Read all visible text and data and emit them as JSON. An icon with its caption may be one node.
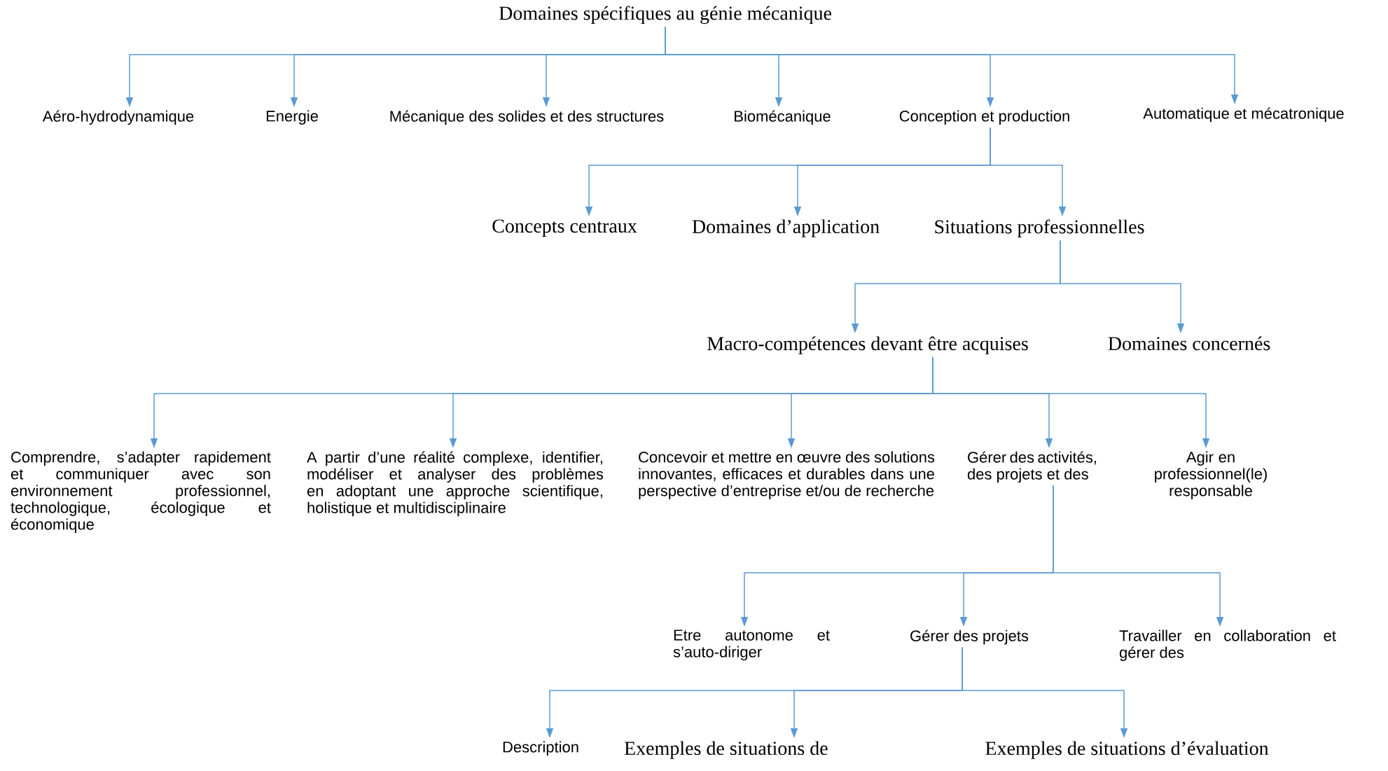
{
  "diagram": {
    "nodes": [
      {
        "text": [
          "Domaines spécifiques au génie mécanique"
        ]
      },
      {
        "text": [
          "Aéro-hydrodynamique"
        ]
      },
      {
        "text": [
          "Energie"
        ]
      },
      {
        "text": [
          "Mécanique des solides et des structures"
        ]
      },
      {
        "text": [
          "Biomécanique"
        ]
      },
      {
        "text": [
          "Conception et production"
        ]
      },
      {
        "text": [
          "Automatique et mécatronique"
        ]
      },
      {
        "text": [
          "Concepts centraux"
        ]
      },
      {
        "text": [
          "Domaines d’application"
        ]
      },
      {
        "text": [
          "Situations professionnelles"
        ]
      },
      {
        "text": [
          "Macro-compétences devant être acquises"
        ]
      },
      {
        "text": [
          "Domaines concernés"
        ]
      },
      {
        "text": [
          "Comprendre, s’adapter rapidement et communiquer avec son environnement professionnel, technologique, écologique et économique"
        ]
      },
      {
        "text": [
          "A partir d’une réalité complexe, identifier, modéliser et analyser des problèmes en adoptant une approche scientifique, holistique et multidisciplinaire"
        ]
      },
      {
        "text": [
          "Concevoir et mettre en œuvre des solutions innovantes, efficaces et durables dans une perspective d’entreprise et/ou de recherche"
        ]
      },
      {
        "text": [
          "Gérer des activités, des projets et des"
        ]
      },
      {
        "text": [
          "Agir en professionnel(le) responsable"
        ]
      },
      {
        "text": [
          "Etre autonome et s’auto-diriger"
        ]
      },
      {
        "text": [
          "Gérer des projets"
        ]
      },
      {
        "text": [
          "Travailler en collaboration et gérer des"
        ]
      },
      {
        "text": [
          "Description"
        ]
      },
      {
        "text": [
          "Exemples de situations de"
        ]
      },
      {
        "text": [
          "Exemples de situations d’évaluation"
        ]
      }
    ],
    "edges": [
      {
        "from": 0,
        "to": 1,
        "arrow": "to"
      },
      {
        "from": 0,
        "to": 2,
        "arrow": "to"
      },
      {
        "from": 0,
        "to": 3,
        "arrow": "to"
      },
      {
        "from": 0,
        "to": 4,
        "arrow": "to"
      },
      {
        "from": 0,
        "to": 5,
        "arrow": "to"
      },
      {
        "from": 0,
        "to": 6,
        "arrow": "to"
      },
      {
        "from": 5,
        "to": 7,
        "arrow": "to"
      },
      {
        "from": 5,
        "to": 8,
        "arrow": "to"
      },
      {
        "from": 5,
        "to": 9,
        "arrow": "to"
      },
      {
        "from": 9,
        "to": 10,
        "arrow": "to"
      },
      {
        "from": 9,
        "to": 11,
        "arrow": "to"
      },
      {
        "from": 10,
        "to": 12,
        "arrow": "to"
      },
      {
        "from": 10,
        "to": 13,
        "arrow": "to"
      },
      {
        "from": 10,
        "to": 14,
        "arrow": "to"
      },
      {
        "from": 10,
        "to": 15,
        "arrow": "to"
      },
      {
        "from": 10,
        "to": 16,
        "arrow": "to"
      },
      {
        "from": 15,
        "to": 17,
        "arrow": "to"
      },
      {
        "from": 15,
        "to": 18,
        "arrow": "to"
      },
      {
        "from": 15,
        "to": 19,
        "arrow": "to"
      },
      {
        "from": 18,
        "to": 20,
        "arrow": "to"
      },
      {
        "from": 18,
        "to": 21,
        "arrow": "to"
      },
      {
        "from": 18,
        "to": 22,
        "arrow": "to"
      }
    ]
  }
}
